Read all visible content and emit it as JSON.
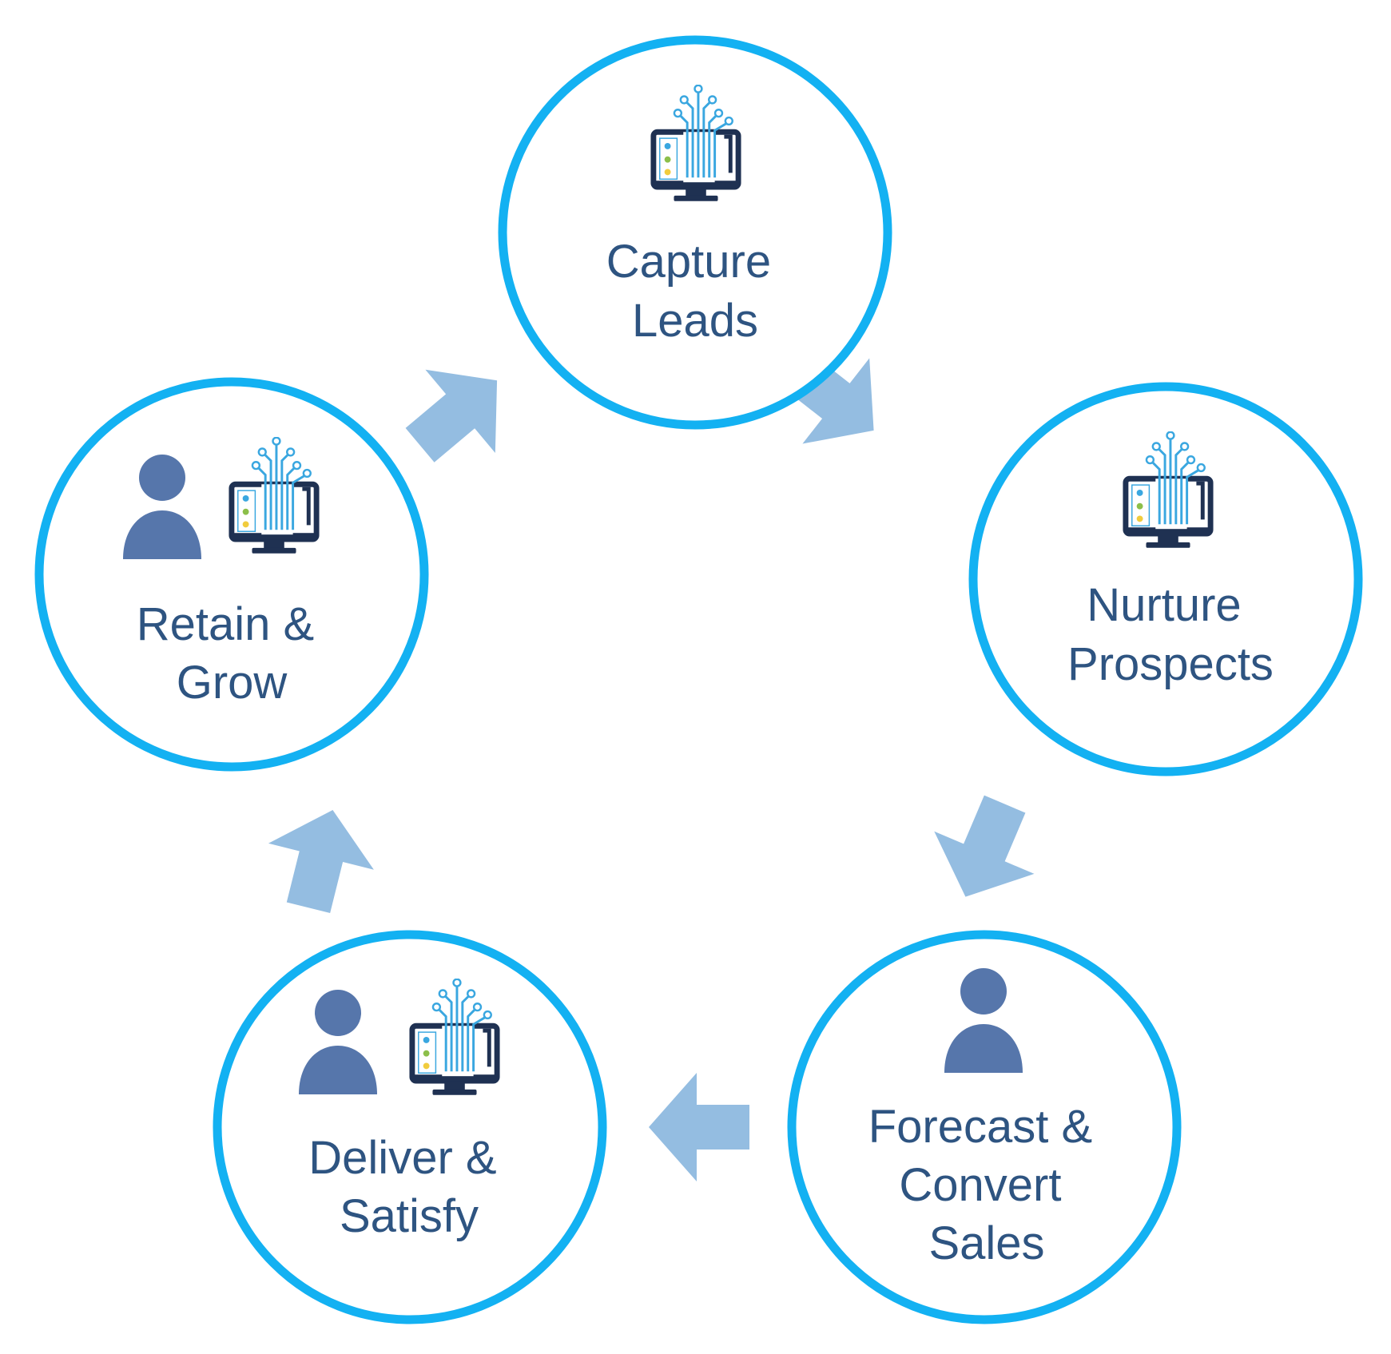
{
  "colors": {
    "ring": "#13b1f2",
    "label": "#2e5481",
    "arrow": "#94bde1",
    "person": "#5676ab",
    "monitor": "#1f3152",
    "circuit": "#3aa7e0",
    "dot_blue": "#3aa7e0",
    "dot_green": "#8cbf4a",
    "dot_yellow": "#f1cc3d"
  },
  "stages": [
    {
      "id": "capture-leads",
      "lines": [
        "Capture",
        "Leads"
      ],
      "icons": [
        "monitor-icon"
      ]
    },
    {
      "id": "nurture-prospects",
      "lines": [
        "Nurture",
        "Prospects"
      ],
      "icons": [
        "monitor-icon"
      ]
    },
    {
      "id": "forecast-convert-sales",
      "lines": [
        "Forecast &",
        "Convert",
        "Sales"
      ],
      "icons": [
        "person-icon"
      ]
    },
    {
      "id": "deliver-satisfy",
      "lines": [
        "Deliver &",
        "Satisfy"
      ],
      "icons": [
        "person-icon",
        "monitor-icon"
      ]
    },
    {
      "id": "retain-grow",
      "lines": [
        "Retain &",
        "Grow"
      ],
      "icons": [
        "person-icon",
        "monitor-icon"
      ]
    }
  ],
  "flow": [
    {
      "from": "capture-leads",
      "to": "nurture-prospects"
    },
    {
      "from": "nurture-prospects",
      "to": "forecast-convert-sales"
    },
    {
      "from": "forecast-convert-sales",
      "to": "deliver-satisfy"
    },
    {
      "from": "deliver-satisfy",
      "to": "retain-grow"
    },
    {
      "from": "retain-grow",
      "to": "capture-leads"
    }
  ]
}
